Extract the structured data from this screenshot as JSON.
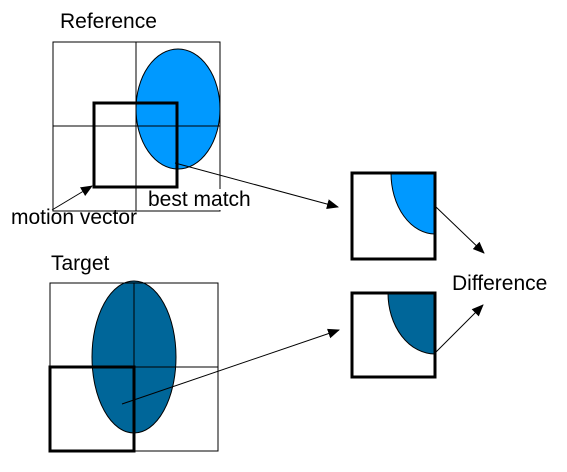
{
  "labels": {
    "reference": "Reference",
    "target": "Target",
    "best_match": "best match",
    "motion_vector": "motion vector",
    "difference": "Difference"
  },
  "colors": {
    "reference_ellipse": "#0099ff",
    "target_ellipse": "#006699",
    "grid_line": "#000000",
    "block_border": "#000000"
  }
}
